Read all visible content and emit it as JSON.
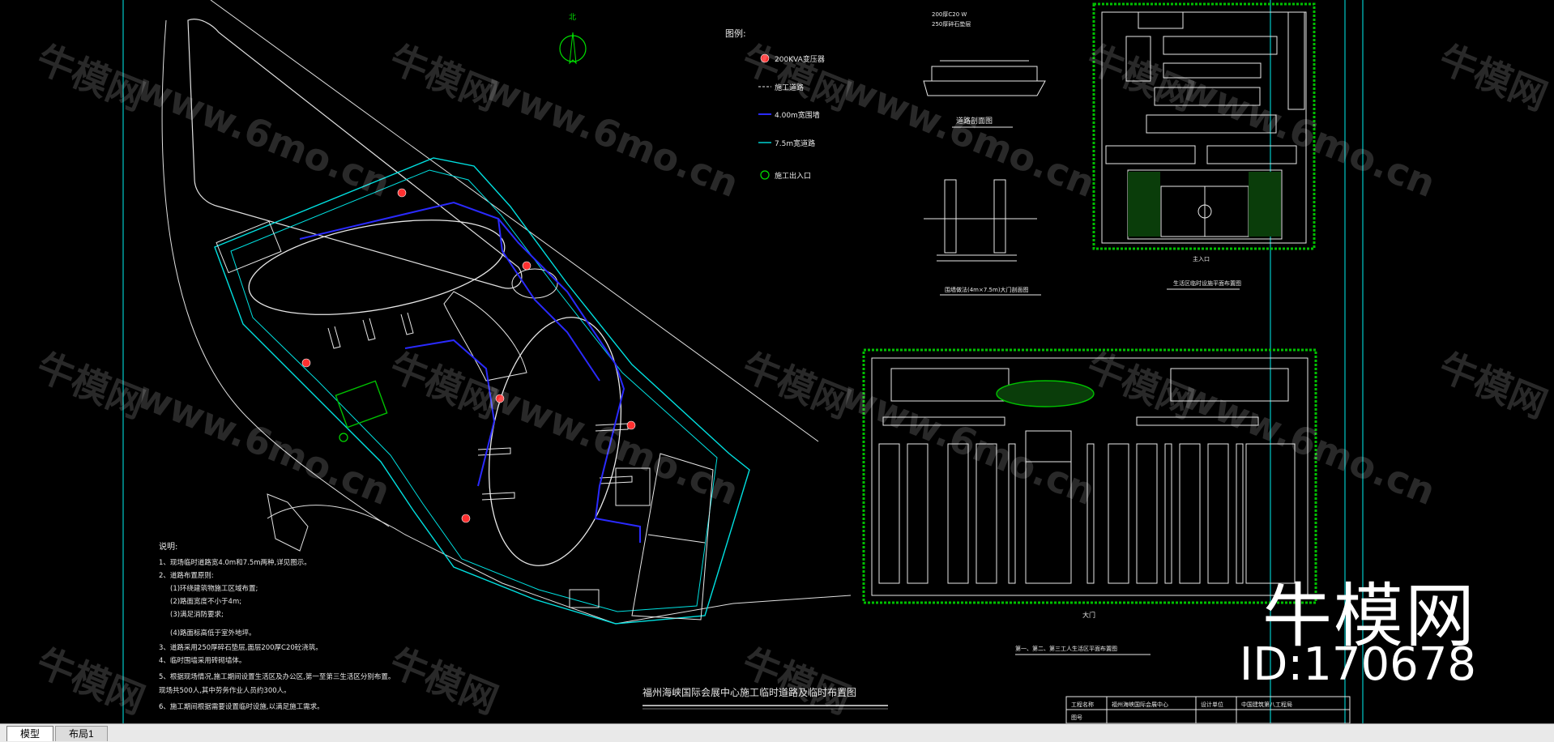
{
  "drawing": {
    "north_label": "北",
    "legend": {
      "title": "图例:",
      "items": [
        "200KVA变压器",
        "施工道路",
        "4.00m宽围墙",
        "7.5m宽道路",
        "施工出入口"
      ]
    },
    "road_section_title": "道路剖面图",
    "road_section_labels": [
      "200厚C20 W",
      "250厚碎石垫层"
    ],
    "wall_section_title": "围墙做法(4m×7.5m)大门剖面图",
    "camp_plan_title": "生活区临时设施平面布置图",
    "camp_entrance": "主入口",
    "yard_plan_title": "第一、第二、第三工人生活区平面布置图",
    "yard_gate": "大门",
    "main_title": "福州海峡国际会展中心施工临时道路及临时布置图",
    "notes_title": "说明:",
    "notes": [
      "1、现场临时道路宽4.0m和7.5m两种,详见图示。",
      "2、道路布置原则:",
      "(1)环绕建筑物施工区域布置;",
      "(2)路面宽度不小于4m;",
      "(3)满足消防要求;",
      "(4)路面标高低于室外地坪。",
      "3、道路采用250厚碎石垫层,面层200厚C20砼浇筑。",
      "4、临时围墙采用砖砌墙体。",
      "5、根据现场情况,施工期间设置生活区及办公区,第一至第三生活区分别布置。",
      "现场共500人,其中劳务作业人员约300人。",
      "6、施工期间根据需要设置临时设施,以满足施工需求。"
    ],
    "title_block": {
      "project_label": "工程名称",
      "project_name": "福州海峡国际会展中心",
      "design_label": "设计单位",
      "design_unit": "中国建筑第八工程局",
      "drawing_label": "图号"
    }
  },
  "watermarks": {
    "brand": "牛模网",
    "url": "www.6mo.cn"
  },
  "branding": {
    "name": "牛模网",
    "id": "ID:170678"
  },
  "tabs": {
    "model": "模型",
    "layout": "布局1"
  },
  "colors": {
    "background": "#000000",
    "frame": "#00c8c8",
    "walls": "#2a2aff",
    "roads": "#00e0e0",
    "lines": "#e8e8e8",
    "transformer": "#ff3030",
    "greenery": "#00c000"
  }
}
